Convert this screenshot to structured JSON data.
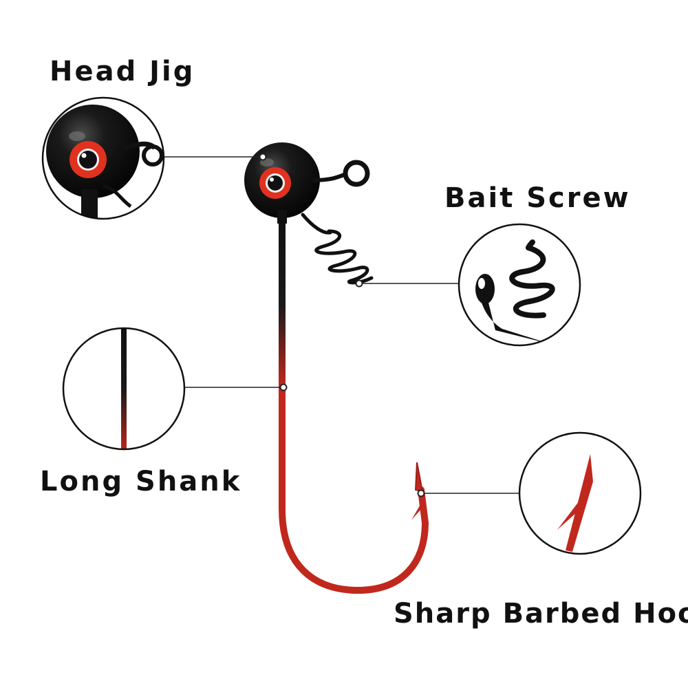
{
  "labels": {
    "head_jig": "Head Jig",
    "bait_screw": "Bait Screw",
    "long_shank": "Long Shank",
    "sharp_barbed_hook": "Sharp Barbed Hook"
  },
  "colors": {
    "background": "#ffffff",
    "hook_red": "#c0281e",
    "head_black": "#111111",
    "eye_red": "#e0321f",
    "leader_line": "#222222"
  }
}
